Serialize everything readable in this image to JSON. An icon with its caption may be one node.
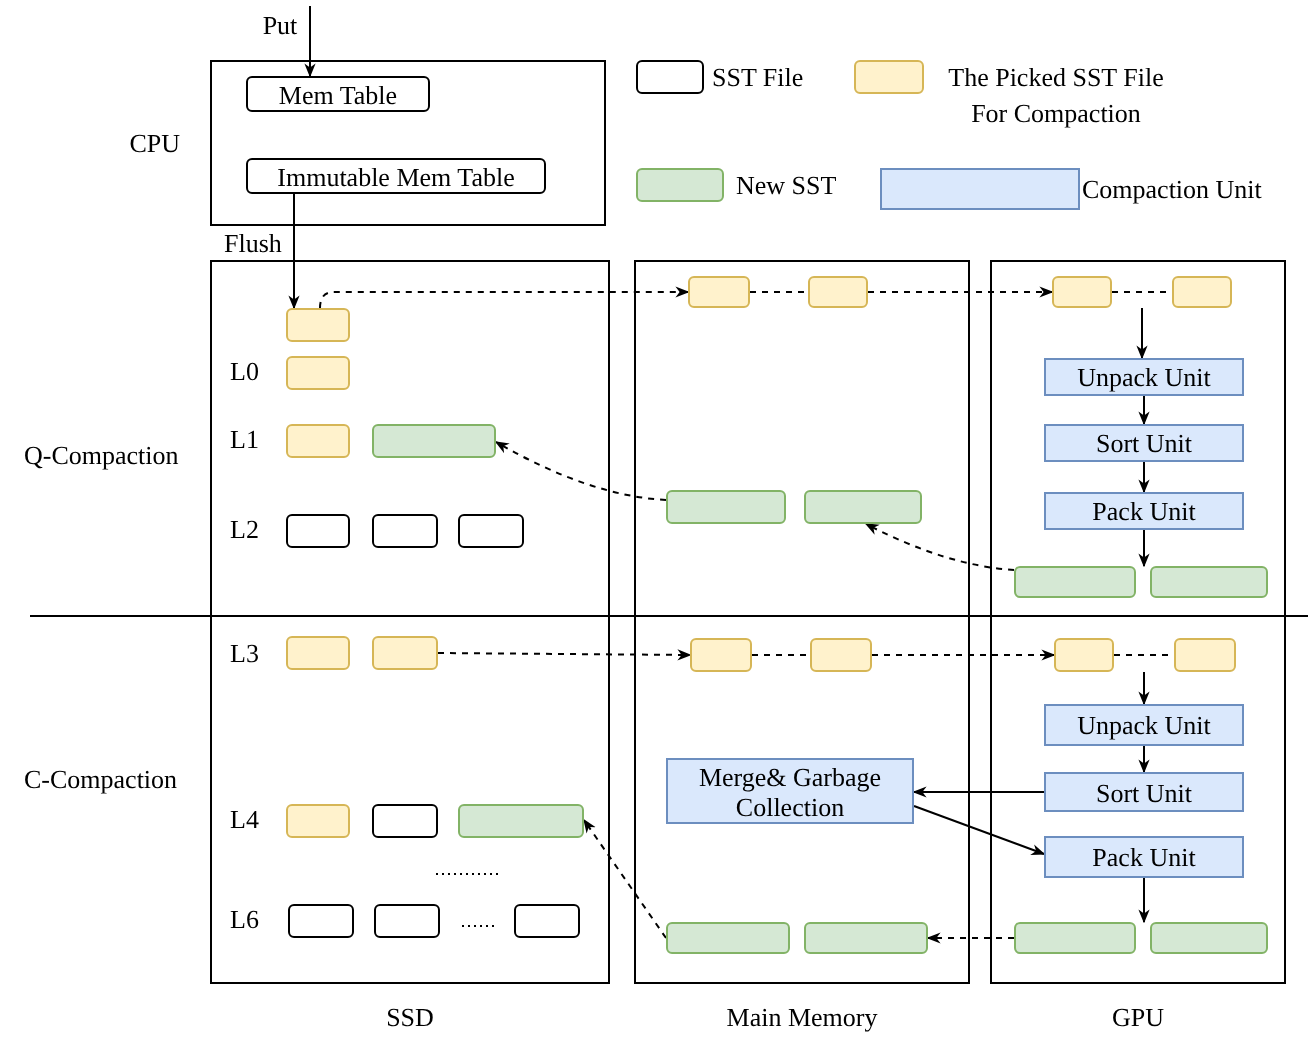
{
  "diagram": {
    "nodes": [
      {
        "text": [
          "CPU"
        ]
      },
      {
        "text": [
          "Mem Table"
        ],
        "in": 0
      },
      {
        "text": [
          "Immutable  Mem Table"
        ],
        "in": 0
      },
      {
        "text": [
          "Put"
        ]
      },
      {
        "text": [
          "SSD"
        ]
      },
      {
        "text": [
          "Main Memory"
        ]
      },
      {
        "text": [
          "GPU"
        ]
      },
      {
        "text": [],
        "shape": "box",
        "in": 4
      },
      {
        "text": [],
        "shape": "box",
        "in": 4
      },
      {
        "text": [],
        "shape": "box",
        "in": 4
      },
      {
        "text": [],
        "shape": "box",
        "in": 4
      },
      {
        "text": [],
        "shape": "box",
        "in": 4
      },
      {
        "text": [],
        "shape": "box",
        "in": 4
      },
      {
        "text": [],
        "shape": "box",
        "in": 4
      },
      {
        "text": [],
        "shape": "box",
        "in": 4
      },
      {
        "text": [],
        "shape": "box",
        "in": 4
      },
      {
        "text": [],
        "shape": "box",
        "in": 4
      },
      {
        "text": [],
        "shape": "box",
        "in": 4
      },
      {
        "text": [],
        "shape": "box",
        "in": 4
      },
      {
        "text": [],
        "shape": "box",
        "in": 4
      },
      {
        "text": [],
        "shape": "box",
        "in": 4
      },
      {
        "text": [],
        "shape": "box",
        "in": 4
      },
      {
        "text": [],
        "shape": "box",
        "in": 5
      },
      {
        "text": [],
        "shape": "box",
        "in": 5
      },
      {
        "text": [],
        "shape": "box",
        "in": 5
      },
      {
        "text": [],
        "shape": "box",
        "in": 5
      },
      {
        "text": [],
        "shape": "box",
        "in": 5
      },
      {
        "text": [],
        "shape": "box",
        "in": 5
      },
      {
        "text": [
          "Merge& Garbage Collection"
        ],
        "in": 5
      },
      {
        "text": [],
        "shape": "box",
        "in": 5
      },
      {
        "text": [],
        "shape": "box",
        "in": 5
      },
      {
        "text": [],
        "shape": "box",
        "in": 6
      },
      {
        "text": [],
        "shape": "box",
        "in": 6
      },
      {
        "text": [
          "Unpack Unit"
        ],
        "in": 6
      },
      {
        "text": [
          "Sort Unit"
        ],
        "in": 6
      },
      {
        "text": [
          "Pack Unit"
        ],
        "in": 6
      },
      {
        "text": [],
        "shape": "box",
        "in": 6
      },
      {
        "text": [],
        "shape": "box",
        "in": 6
      },
      {
        "text": [],
        "shape": "box",
        "in": 6
      },
      {
        "text": [],
        "shape": "box",
        "in": 6
      },
      {
        "text": [
          "Unpack Unit"
        ],
        "in": 6
      },
      {
        "text": [
          "Sort Unit"
        ],
        "in": 6
      },
      {
        "text": [
          "Pack Unit"
        ],
        "in": 6
      },
      {
        "text": [],
        "shape": "box",
        "in": 6
      },
      {
        "text": [],
        "shape": "box",
        "in": 6
      }
    ],
    "edges": [
      {
        "from": 3,
        "to": 1,
        "arrow": "to"
      },
      {
        "from": 2,
        "to": 7,
        "arrow": "to",
        "label": "Flush"
      },
      {
        "from": 7,
        "to": 22,
        "arrow": "to",
        "style": "dashed"
      },
      {
        "from": 22,
        "to": 23,
        "arrow": "none",
        "style": "dashed"
      },
      {
        "from": 23,
        "to": 31,
        "arrow": "to",
        "style": "dashed"
      },
      {
        "from": 31,
        "to": 32,
        "arrow": "none",
        "style": "dashed"
      },
      {
        "from": null,
        "to": 33,
        "arrow": "to"
      },
      {
        "from": 33,
        "to": 34,
        "arrow": "to"
      },
      {
        "from": 34,
        "to": 35,
        "arrow": "to"
      },
      {
        "from": 35,
        "to": 37,
        "arrow": "to"
      },
      {
        "from": 36,
        "to": 25,
        "arrow": "to",
        "style": "dashed"
      },
      {
        "from": 24,
        "to": 10,
        "arrow": "to",
        "style": "dashed"
      },
      {
        "from": 15,
        "to": 26,
        "arrow": "to",
        "style": "dashed"
      },
      {
        "from": 26,
        "to": 27,
        "arrow": "none",
        "style": "dashed"
      },
      {
        "from": 27,
        "to": 38,
        "arrow": "to",
        "style": "dashed"
      },
      {
        "from": 38,
        "to": 39,
        "arrow": "none",
        "style": "dashed"
      },
      {
        "from": null,
        "to": 40,
        "arrow": "to"
      },
      {
        "from": 40,
        "to": 41,
        "arrow": "to"
      },
      {
        "from": 41,
        "to": 28,
        "arrow": "to"
      },
      {
        "from": 28,
        "to": 42,
        "arrow": "to"
      },
      {
        "from": 42,
        "to": 44,
        "arrow": "to"
      },
      {
        "from": 43,
        "to": 30,
        "arrow": "to",
        "style": "dashed"
      },
      {
        "from": 29,
        "to": 18,
        "arrow": "to",
        "style": "dashed"
      }
    ],
    "labels": [
      "Q-Compaction",
      "C-Compaction",
      "L0",
      "L1",
      "L2",
      "L3",
      "L4",
      "L6"
    ],
    "legend": [
      {
        "text": "SST File",
        "color": "#ffffff"
      },
      {
        "text": "The Picked SST File For Compaction",
        "color": "#fff2cc"
      },
      {
        "text": "New SST",
        "color": "#d5e8d4"
      },
      {
        "text": "Compaction Unit",
        "color": "#dae8fc"
      }
    ]
  }
}
